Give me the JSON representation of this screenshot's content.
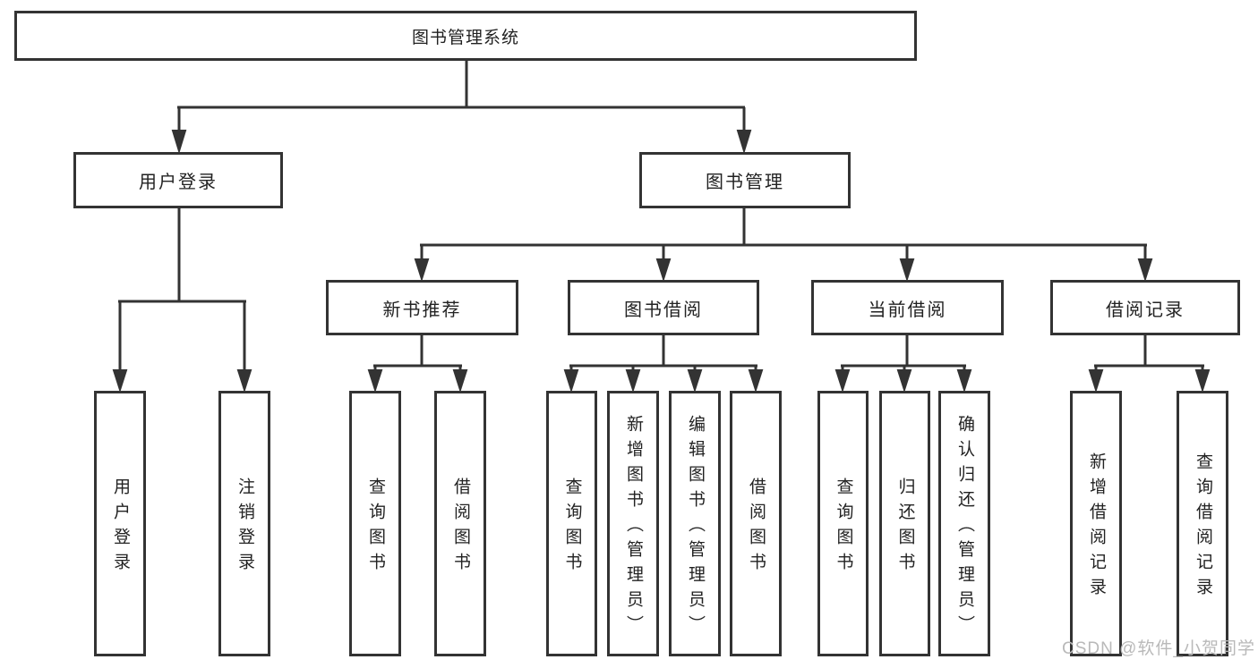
{
  "diagram": {
    "root": "图书管理系统",
    "level1": [
      {
        "label": "用户登录",
        "children": [
          "用户登录",
          "注销登录"
        ]
      },
      {
        "label": "图书管理"
      }
    ],
    "level2": [
      {
        "label": "新书推荐",
        "children": [
          "查询图书",
          "借阅图书"
        ]
      },
      {
        "label": "图书借阅",
        "children": [
          "查询图书",
          "新增图书（管理员）",
          "编辑图书（管理员）",
          "借阅图书"
        ]
      },
      {
        "label": "当前借阅",
        "children": [
          "查询图书",
          "归还图书",
          "确认归还（管理员）"
        ]
      },
      {
        "label": "借阅记录",
        "children": [
          "新增借阅记录",
          "查询借阅记录"
        ]
      }
    ]
  },
  "watermark": {
    "text": "CSDN @软件_小贺同学"
  },
  "colors": {
    "line": "#333333",
    "text": "#222222",
    "background": "#ffffff",
    "watermark": "#b9b9b9"
  }
}
